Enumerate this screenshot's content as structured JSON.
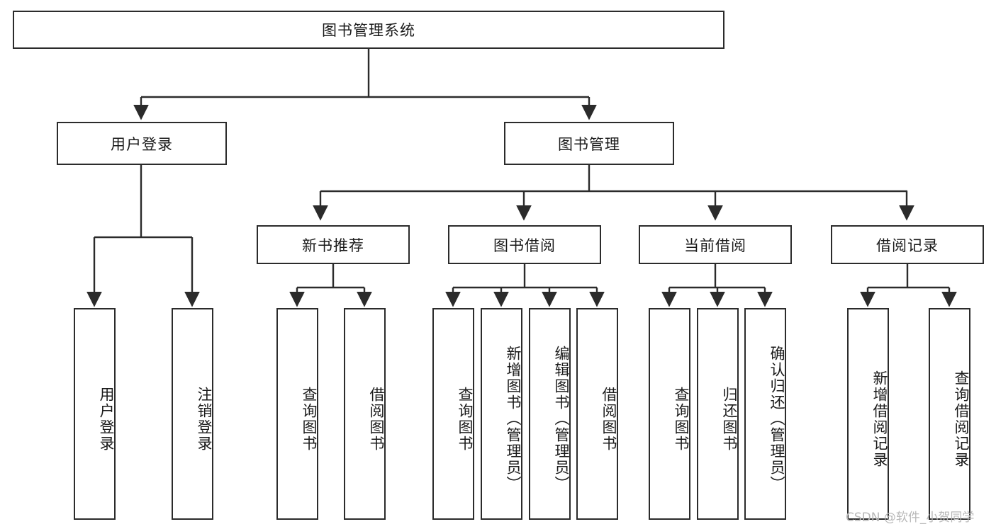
{
  "diagram": {
    "title": "图书管理系统",
    "type": "tree",
    "colors": {
      "stroke": "#2b2b2b",
      "fill": "#ffffff",
      "text": "#1a1a1a",
      "watermark": "#b8b8b8"
    },
    "root": {
      "label": "图书管理系统"
    },
    "level1": [
      {
        "label": "用户登录"
      },
      {
        "label": "图书管理"
      }
    ],
    "level2": [
      {
        "label": "新书推荐"
      },
      {
        "label": "图书借阅"
      },
      {
        "label": "当前借阅"
      },
      {
        "label": "借阅记录"
      }
    ],
    "leaves_user_login": [
      {
        "label": "用户登录"
      },
      {
        "label": "注销登录"
      }
    ],
    "leaves_new_books": [
      {
        "label": "查询图书"
      },
      {
        "label": "借阅图书"
      }
    ],
    "leaves_borrow": [
      {
        "label": "查询图书"
      },
      {
        "label": "新增图书（管理员）"
      },
      {
        "label": "编辑图书（管理员）"
      },
      {
        "label": "借阅图书"
      }
    ],
    "leaves_current": [
      {
        "label": "查询图书"
      },
      {
        "label": "归还图书"
      },
      {
        "label": "确认归还（管理员）"
      }
    ],
    "leaves_records": [
      {
        "label": "新增借阅记录"
      },
      {
        "label": "查询借阅记录"
      }
    ]
  },
  "watermark": {
    "text": "CSDN @软件_小贺同学"
  }
}
